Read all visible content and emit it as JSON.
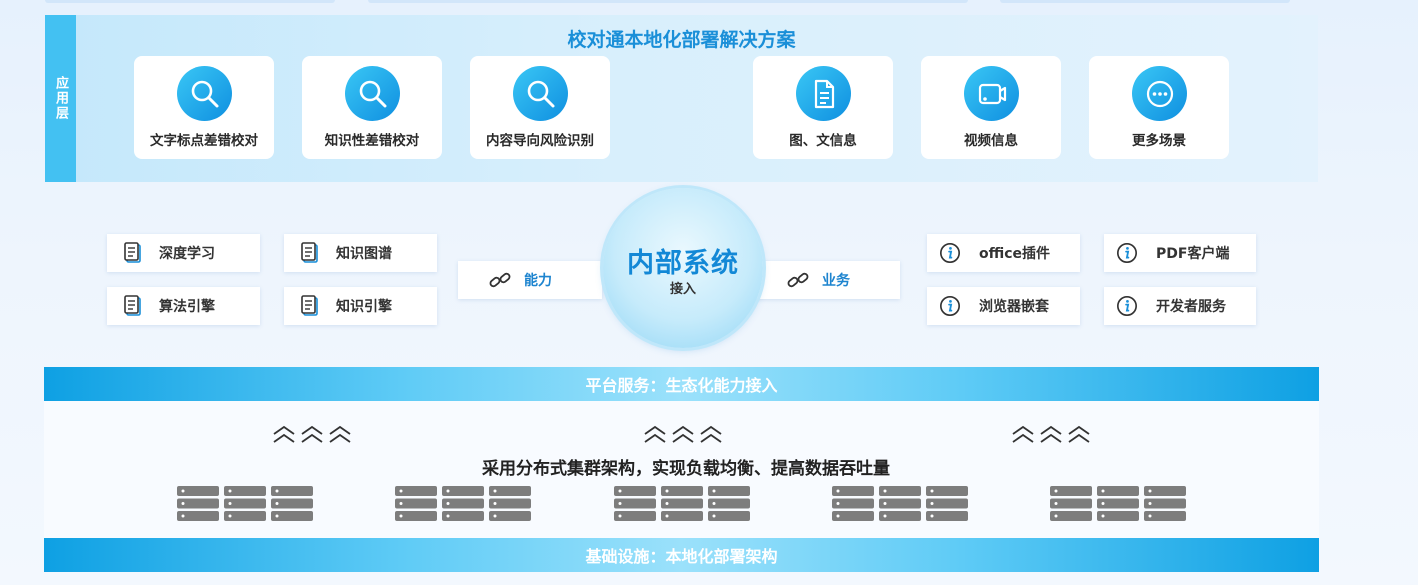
{
  "application_layer": {
    "side_label": "应用层",
    "title": "校对通本地化部署解决方案",
    "cards": [
      {
        "label": "文字标点差错校对",
        "icon": "search-icon"
      },
      {
        "label": "知识性差错校对",
        "icon": "search-icon"
      },
      {
        "label": "内容导向风险识别",
        "icon": "search-icon"
      },
      {
        "label": "图、文信息",
        "icon": "document-icon"
      },
      {
        "label": "视频信息",
        "icon": "video-icon"
      },
      {
        "label": "更多场景",
        "icon": "more-icon"
      }
    ]
  },
  "capabilities": [
    {
      "label": "深度学习",
      "icon": "document-list-icon"
    },
    {
      "label": "知识图谱",
      "icon": "document-list-icon"
    },
    {
      "label": "算法引擎",
      "icon": "document-list-icon"
    },
    {
      "label": "知识引擎",
      "icon": "document-list-icon"
    }
  ],
  "business": [
    {
      "label": "office插件",
      "icon": "info-icon"
    },
    {
      "label": "PDF客户端",
      "icon": "info-icon"
    },
    {
      "label": "浏览器嵌套",
      "icon": "info-icon"
    },
    {
      "label": "开发者服务",
      "icon": "info-icon"
    }
  ],
  "links": {
    "left": {
      "label": "能力",
      "icon": "link-icon"
    },
    "right": {
      "label": "业务",
      "icon": "link-icon"
    }
  },
  "center": {
    "title": "内部系统",
    "subtitle": "接入"
  },
  "platform_banner": "平台服务：生态化能力接入",
  "infrastructure": {
    "text": "采用分布式集群架构，实现负载均衡、提高数据吞吐量",
    "server_groups": 5
  },
  "infra_banner": "基础设施：本地化部署架构",
  "colors": {
    "accent": "#1a8fd8",
    "icon_gradient_start": "#3ac7f5",
    "icon_gradient_end": "#0f8fe0",
    "banner": "#0ea0e3"
  }
}
